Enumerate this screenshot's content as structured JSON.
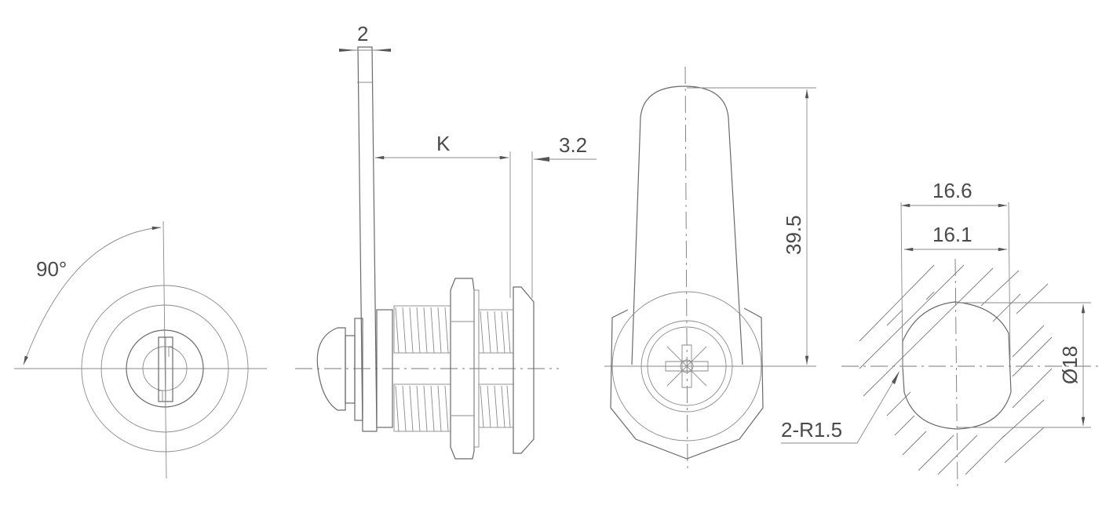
{
  "drawing": {
    "title": "Cam lock technical drawing",
    "views": [
      "front-key-view",
      "side-view",
      "cam-front-view",
      "cutout-section-view"
    ]
  },
  "dimensions": {
    "rotation_angle": "90°",
    "cam_thickness": "2",
    "body_length": "K",
    "flange_thickness": "3.2",
    "cam_height": "39.5",
    "cutout_width_outer": "16.6",
    "cutout_width_inner": "16.1",
    "cutout_diameter": "Ø18",
    "corner_radius": "2-R1.5"
  }
}
